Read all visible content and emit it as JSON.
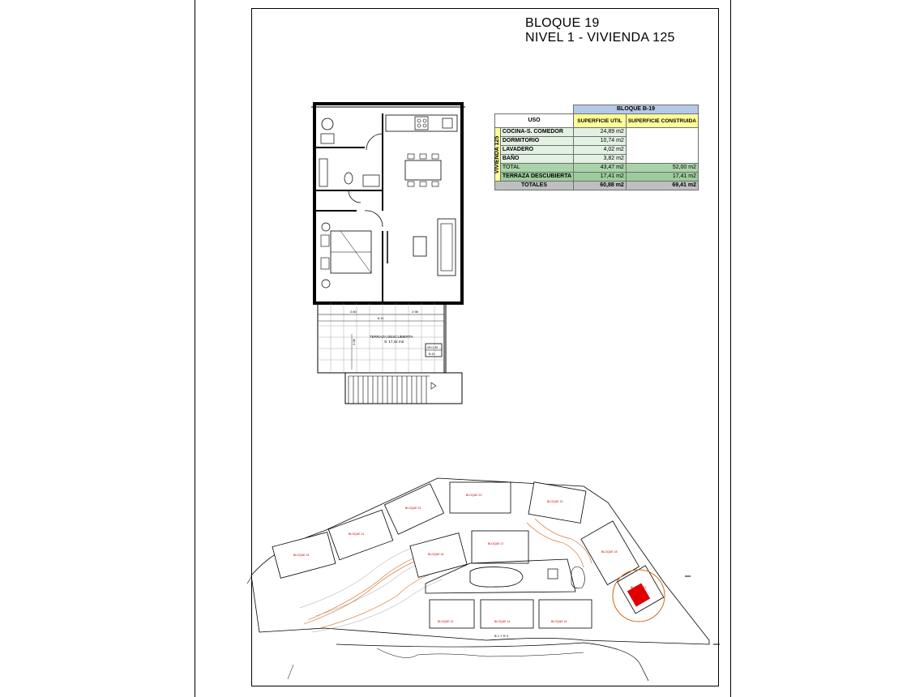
{
  "header": {
    "line1": "BLOQUE 19",
    "line2": "NIVEL 1 - VIVIENDA 125"
  },
  "table": {
    "title": "BLOQUE B-19",
    "col_uso": "USO",
    "col_util": "SUPERFICIE UTIL",
    "col_construida": "SUPERFICIE CONSTRUIDA",
    "group_label": "VIVIENDA 125",
    "rows": [
      {
        "label": "COCINA-S. COMEDOR",
        "util": "24,89 m2",
        "construida": ""
      },
      {
        "label": "DORMITORIO",
        "util": "10,74 m2",
        "construida": ""
      },
      {
        "label": "LAVADERO",
        "util": "4,02 m2",
        "construida": ""
      },
      {
        "label": "BAÑO",
        "util": "3,82 m2",
        "construida": ""
      }
    ],
    "total": {
      "label": "TOTAL",
      "util": "43,47 m2",
      "construida": "52,00 m2"
    },
    "terraza": {
      "label": "TERRAZA DESCUBIERTA",
      "util": "17,41 m2",
      "construida": "17,41 m2"
    },
    "totales": {
      "label": "TOTALES",
      "util": "60,88 m2",
      "construida": "69,41 m2"
    }
  },
  "plan": {
    "dim_left": "2.60",
    "dim_right": "2.98",
    "dim_total": "6.11",
    "dim_depth": "2.08",
    "terrace_label": "TERRAZA DESCUBIERTA",
    "terrace_area": "S: 17,41 m2",
    "tag_a": "V5+1.30",
    "tag_b": "B-19"
  },
  "site": {
    "blocks": [
      "BLOQUE 23",
      "BLOQUE 21",
      "BLOQUE 22",
      "BLOQUE 20",
      "BLOQUE 19",
      "BLOQUE 18",
      "BLOQUE 16",
      "BLOQUE 17",
      "BLOQUE 13",
      "BLOQUE 14",
      "BLOQUE 15",
      "BLOQUE 12"
    ],
    "road_label": "B 1 Y R 3",
    "highlight_color": "#e00000",
    "contour_color": "#d2691e"
  }
}
